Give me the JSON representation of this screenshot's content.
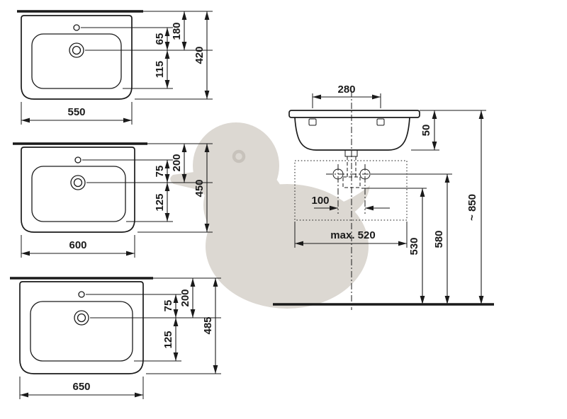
{
  "drawing": {
    "kind": "washbasin-dimension-drawing",
    "background": "#ffffff",
    "line_color": "#1a1a1a"
  },
  "watermark": {
    "shape": "rubber-duck",
    "color": "#dcd8d2",
    "eye_color": "#c7c2bb"
  },
  "plan_views": [
    {
      "width": "550",
      "tap_to_drain": "65",
      "drain_to_front": "115",
      "edge_to_drain": "180",
      "depth": "420"
    },
    {
      "width": "600",
      "tap_to_drain": "75",
      "drain_to_front": "125",
      "edge_to_drain": "200",
      "depth": "450"
    },
    {
      "width": "650",
      "tap_to_drain": "75",
      "drain_to_front": "125",
      "edge_to_drain": "200",
      "depth": "485"
    }
  ],
  "elevation": {
    "hole_spacing": "280",
    "rim_depth": "50",
    "bolt_spacing": "100",
    "cabinet_max": "max. 520",
    "h_siphon": "530",
    "h_bolts": "580",
    "h_rim": "~ 850"
  }
}
